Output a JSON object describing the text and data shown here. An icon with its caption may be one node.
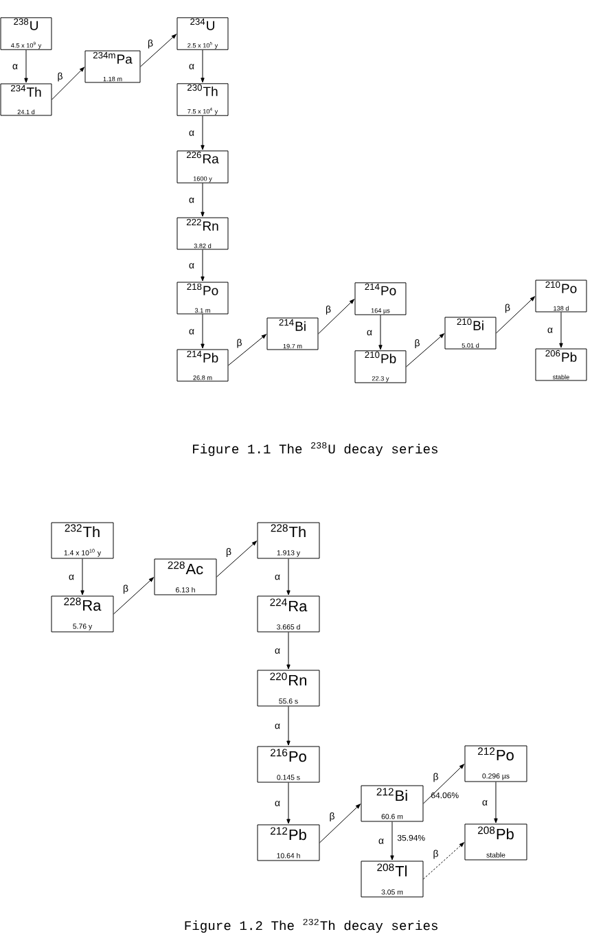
{
  "diagram": {
    "nodes": [
      {
        "text": [
          "$^{238}$U",
          "4.5 x 10$^{9}$ y"
        ]
      },
      {
        "text": [
          "$^{234}$Th",
          "24.1 d"
        ]
      },
      {
        "text": [
          "$^{234m}$Pa",
          "1.18 m"
        ]
      },
      {
        "text": [
          "$^{234}$U",
          "2.5 x 10$^{5}$ y"
        ]
      },
      {
        "text": [
          "$^{230}$Th",
          "7.5 x 10$^{4}$ y"
        ]
      },
      {
        "text": [
          "$^{226}$Ra",
          "1600 y"
        ]
      },
      {
        "text": [
          "$^{222}$Rn",
          "3.82 d"
        ]
      },
      {
        "text": [
          "$^{218}$Po",
          "3.1 m"
        ]
      },
      {
        "text": [
          "$^{214}$Pb",
          "26.8 m"
        ]
      },
      {
        "text": [
          "$^{214}$Bi",
          "19.7 m"
        ]
      },
      {
        "text": [
          "$^{214}$Po",
          "164 µs"
        ]
      },
      {
        "text": [
          "$^{210}$Pb",
          "22.3 y"
        ]
      },
      {
        "text": [
          "$^{210}$Bi",
          "5.01 d"
        ]
      },
      {
        "text": [
          "$^{210}$Po",
          "138 d"
        ]
      },
      {
        "text": [
          "$^{206}$Pb",
          "stable"
        ]
      },
      {
        "text": [
          "$^{232}$Th",
          "1.4 x 10$^{10}$ y"
        ]
      },
      {
        "text": [
          "$^{228}$Ra",
          "5.76 y"
        ]
      },
      {
        "text": [
          "$^{228}$Ac",
          "6.13 h"
        ]
      },
      {
        "text": [
          "$^{228}$Th",
          "1.913 y"
        ]
      },
      {
        "text": [
          "$^{224}$Ra",
          "3.665 d"
        ]
      },
      {
        "text": [
          "$^{220}$Rn",
          "55.6 s"
        ]
      },
      {
        "text": [
          "$^{216}$Po",
          "0.145 s"
        ]
      },
      {
        "text": [
          "$^{212}$Pb",
          "10.64 h"
        ]
      },
      {
        "text": [
          "$^{212}$Bi",
          "60.6 m"
        ]
      },
      {
        "text": [
          "$^{212}$Po",
          "0.296 µs"
        ]
      },
      {
        "text": [
          "$^{208}$Tl",
          "3.05 m"
        ]
      },
      {
        "text": [
          "$^{208}$Pb",
          "stable"
        ]
      }
    ],
    "edges": [
      {
        "from": 0,
        "to": 1,
        "arrow": "to",
        "label": "α"
      },
      {
        "from": 1,
        "to": 2,
        "arrow": "to",
        "label": "β"
      },
      {
        "from": 2,
        "to": 3,
        "arrow": "to",
        "label": "β"
      },
      {
        "from": 3,
        "to": 4,
        "arrow": "to",
        "label": "α"
      },
      {
        "from": 4,
        "to": 5,
        "arrow": "to",
        "label": "α"
      },
      {
        "from": 5,
        "to": 6,
        "arrow": "to",
        "label": "α"
      },
      {
        "from": 6,
        "to": 7,
        "arrow": "to",
        "label": "α"
      },
      {
        "from": 7,
        "to": 8,
        "arrow": "to",
        "label": "α"
      },
      {
        "from": 8,
        "to": 9,
        "arrow": "to",
        "label": "β"
      },
      {
        "from": 9,
        "to": 10,
        "arrow": "to",
        "label": "β"
      },
      {
        "from": 10,
        "to": 11,
        "arrow": "to",
        "label": "α"
      },
      {
        "from": 11,
        "to": 12,
        "arrow": "to",
        "label": "β"
      },
      {
        "from": 12,
        "to": 13,
        "arrow": "to",
        "label": "β"
      },
      {
        "from": 13,
        "to": 14,
        "arrow": "to",
        "label": "α"
      },
      {
        "from": 15,
        "to": 16,
        "arrow": "to",
        "label": "α"
      },
      {
        "from": 16,
        "to": 17,
        "arrow": "to",
        "label": "β"
      },
      {
        "from": 17,
        "to": 18,
        "arrow": "to",
        "label": "β"
      },
      {
        "from": 18,
        "to": 19,
        "arrow": "to",
        "label": "α"
      },
      {
        "from": 19,
        "to": 20,
        "arrow": "to",
        "label": "α"
      },
      {
        "from": 20,
        "to": 21,
        "arrow": "to",
        "label": "α"
      },
      {
        "from": 21,
        "to": 22,
        "arrow": "to",
        "label": "α"
      },
      {
        "from": 22,
        "to": 23,
        "arrow": "to",
        "label": "β"
      },
      {
        "from": 23,
        "to": 24,
        "arrow": "to",
        "label": "β"
      },
      {
        "from": 23,
        "to": 25,
        "arrow": "to",
        "label": "α"
      },
      {
        "from": 24,
        "to": 26,
        "arrow": "to",
        "label": "α"
      },
      {
        "from": 25,
        "to": 26,
        "arrow": "to",
        "label": "β",
        "style": "dashed"
      }
    ],
    "labels": [
      "Figure 1.1 The $^{238}$U decay series",
      "64.06%",
      "35.94%",
      "Figure 1.2 The $^{232}$Th decay series"
    ]
  }
}
